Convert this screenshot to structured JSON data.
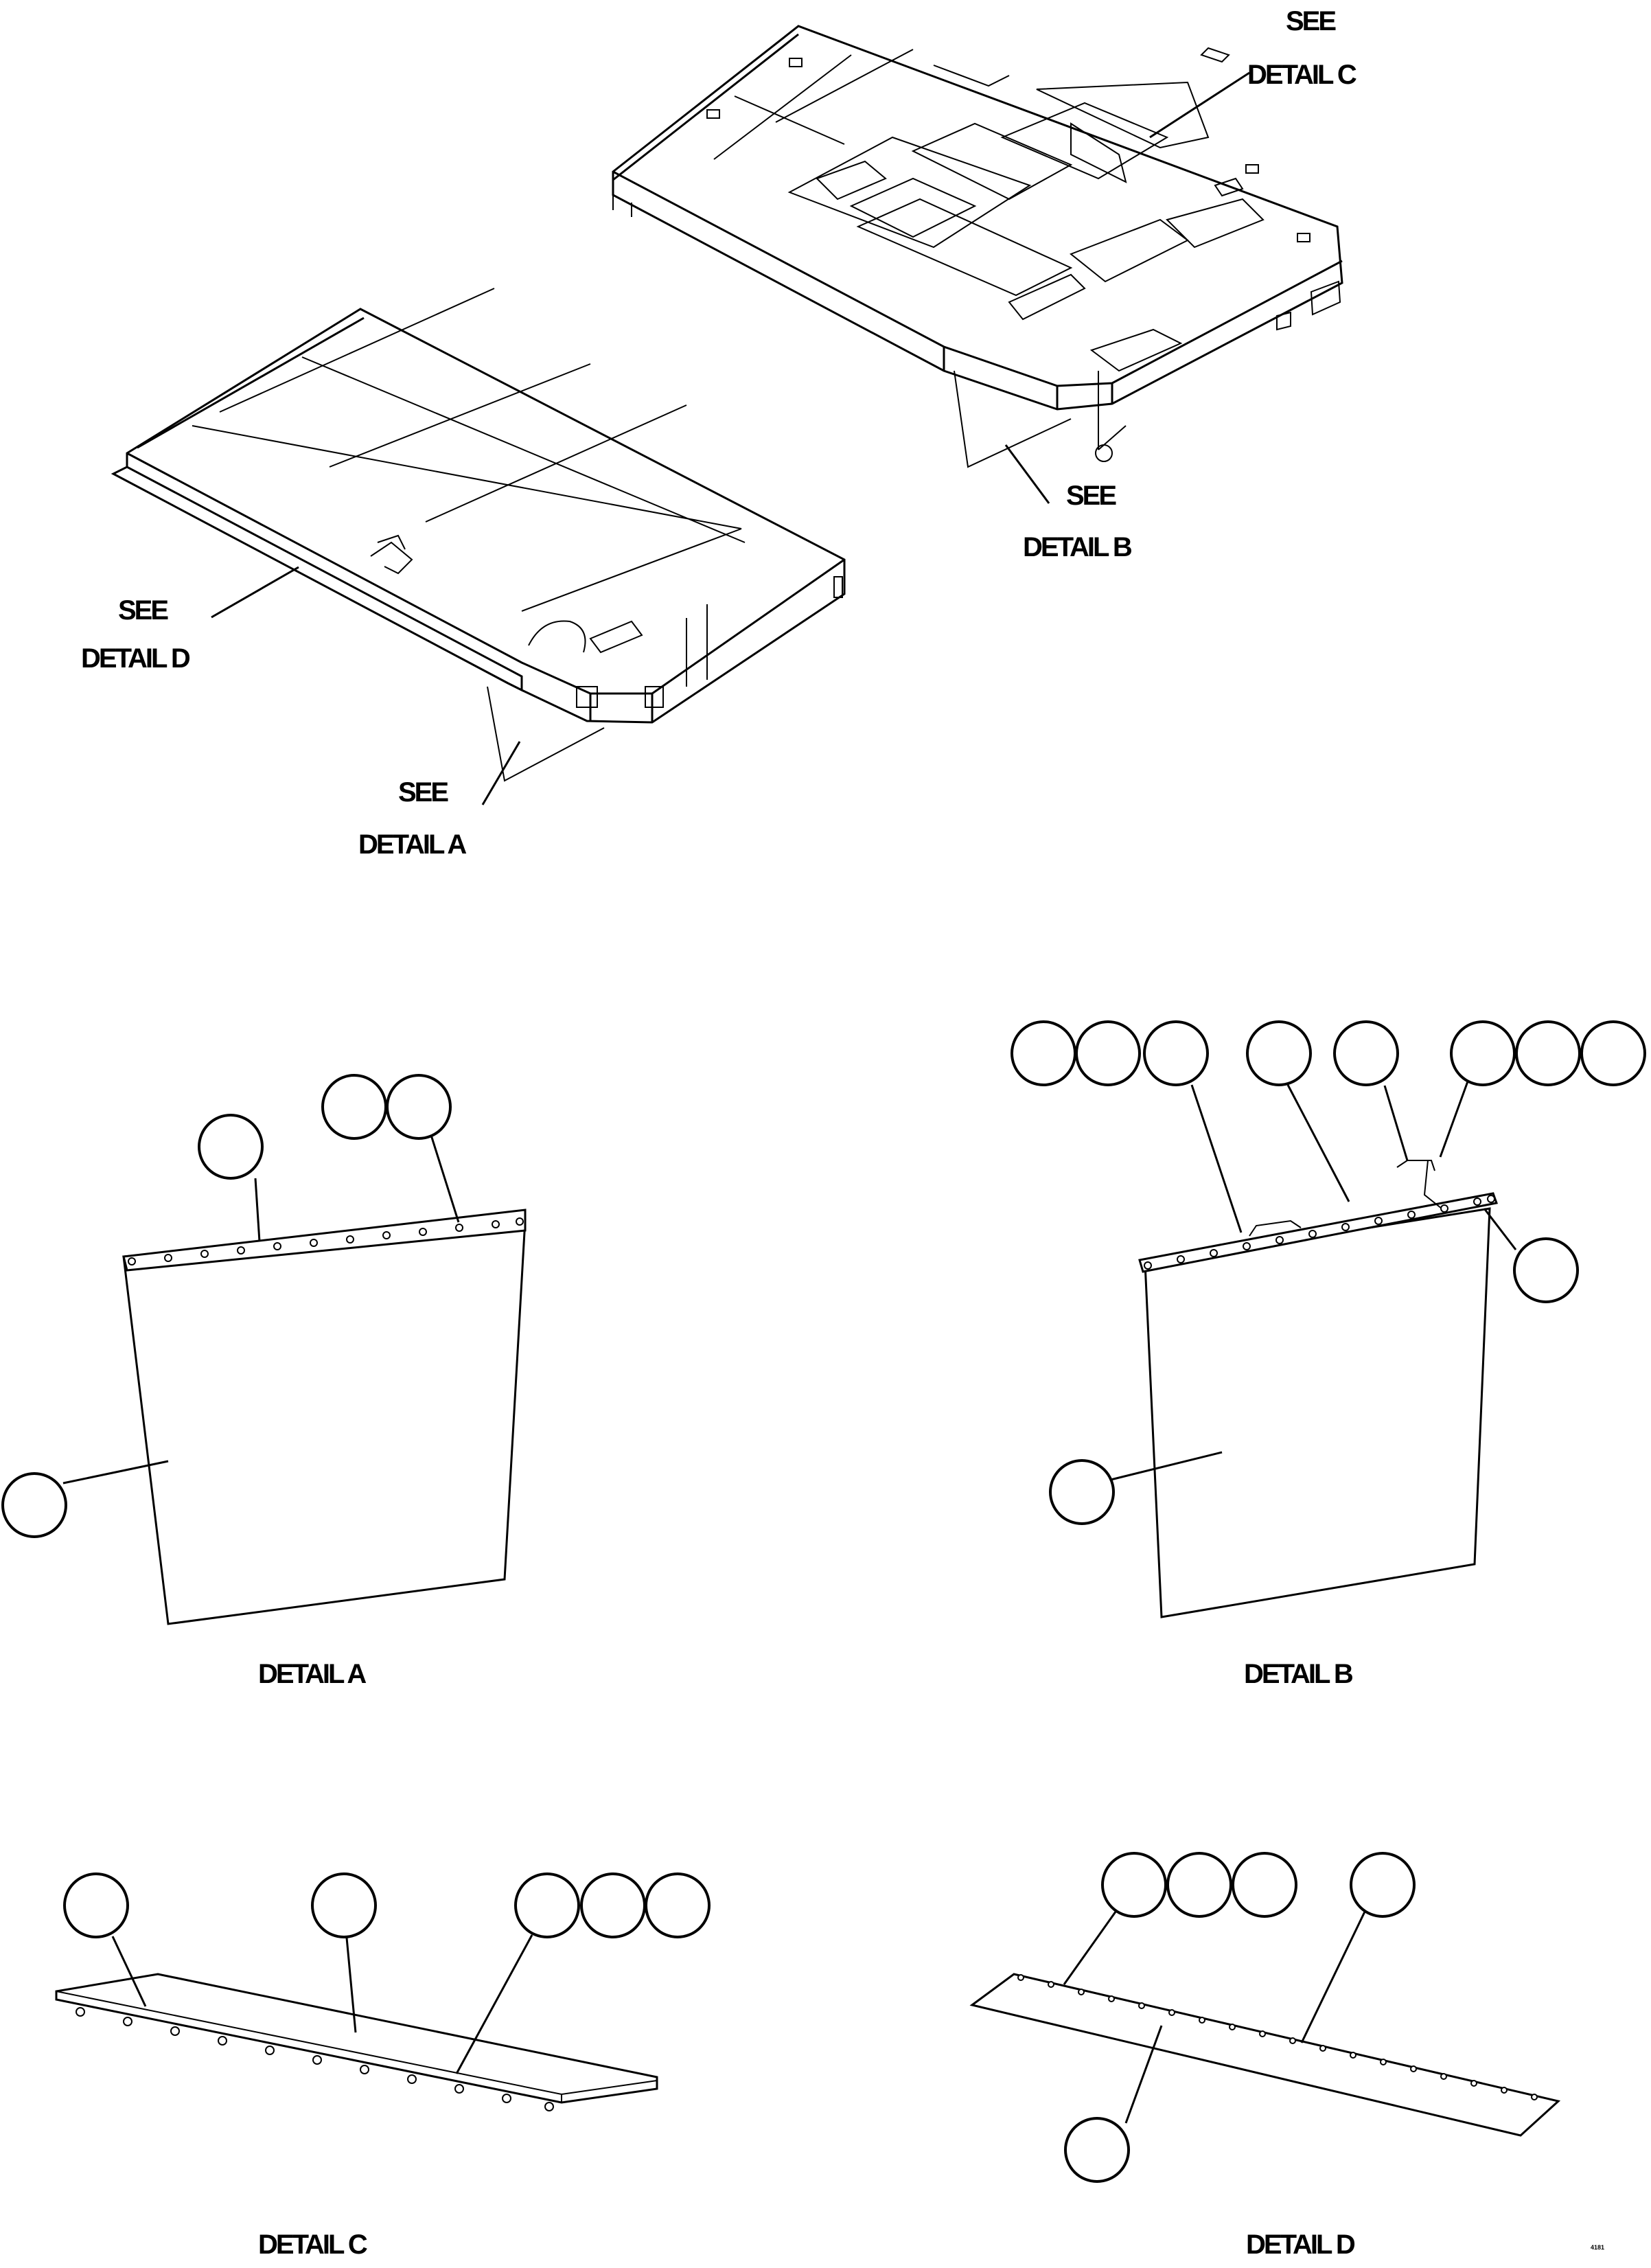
{
  "callouts": {
    "see_c": "SEE",
    "detail_c": "DETAIL C",
    "see_b": "SEE",
    "detail_b": "DETAIL B",
    "see_d": "SEE",
    "detail_d": "DETAIL D",
    "see_a": "SEE",
    "detail_a": "DETAIL A"
  },
  "captions": {
    "a": "DETAIL A",
    "b": "DETAIL B",
    "c": "DETAIL C",
    "d": "DETAIL D"
  },
  "figure_code": "4181",
  "item_bubbles": {
    "detail_a": 4,
    "detail_b": 10,
    "detail_c": 5,
    "detail_d": 5
  }
}
